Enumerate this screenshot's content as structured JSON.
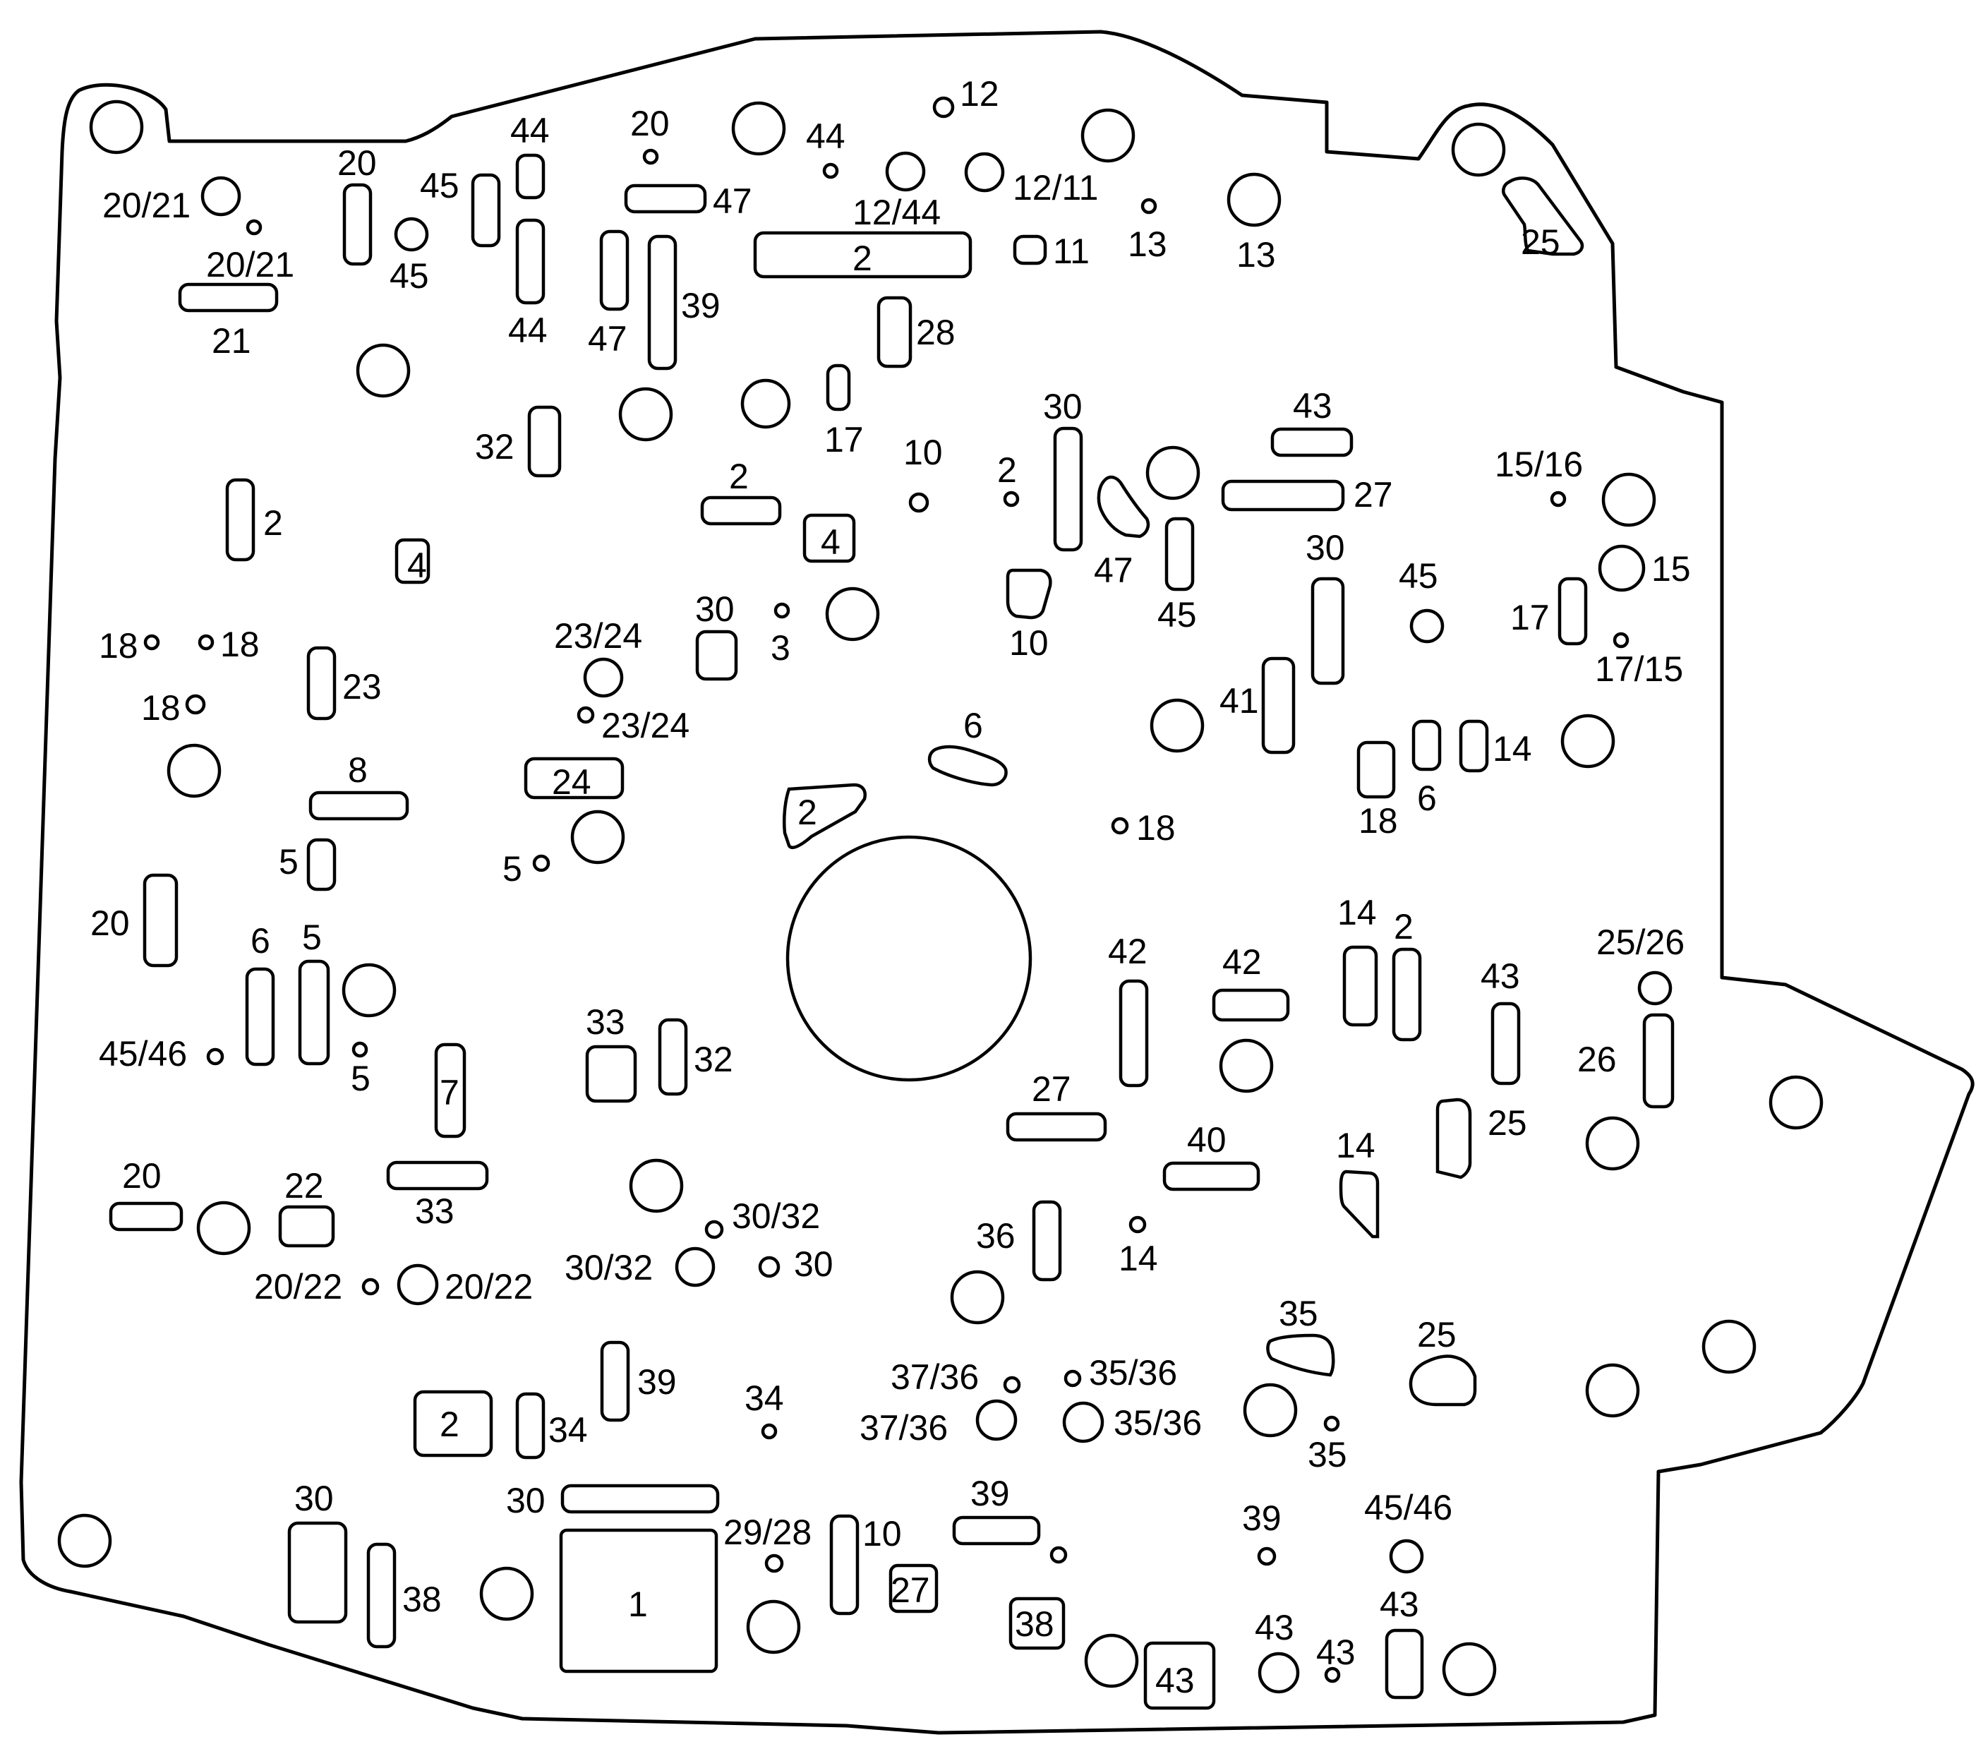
{
  "diagram": {
    "line_color": "#000000",
    "background_color": "#ffffff",
    "labels": {
      "l01": "20/21",
      "l02": "20",
      "l03": "44",
      "l04": "20",
      "l05": "44",
      "l06": "12",
      "l07": "45",
      "l08": "47",
      "l09": "12/44",
      "l10": "12/11",
      "l11": "20/21",
      "l12": "45",
      "l13": "11",
      "l14": "13",
      "l15": "13",
      "l16": "2",
      "l17": "25",
      "l18": "39",
      "l19": "21",
      "l20": "44",
      "l21": "47",
      "l22": "28",
      "l23": "17",
      "l24": "30",
      "l25": "43",
      "l26": "32",
      "l27": "10",
      "l28": "15/16",
      "l29": "2",
      "l30": "2",
      "l31": "27",
      "l32": "2",
      "l33": "4",
      "l34": "4",
      "l35": "47",
      "l36": "30",
      "l37": "45",
      "l38": "15",
      "l39": "45",
      "l40": "18",
      "l41": "18",
      "l42": "30",
      "l43": "23/24",
      "l44": "3",
      "l45": "10",
      "l46": "17",
      "l47": "17/15",
      "l48": "23",
      "l49": "18",
      "l50": "23/24",
      "l51": "6",
      "l52": "41",
      "l53": "14",
      "l54": "8",
      "l55": "24",
      "l56": "2",
      "l57": "6",
      "l58": "18",
      "l59": "18",
      "l60": "5",
      "l61": "5",
      "l62": "20",
      "l63": "6",
      "l64": "5",
      "l65": "14",
      "l66": "2",
      "l67": "42",
      "l68": "42",
      "l69": "43",
      "l70": "25/26",
      "l71": "45/46",
      "l72": "33",
      "l73": "32",
      "l74": "5",
      "l75": "7",
      "l76": "26",
      "l77": "27",
      "l78": "25",
      "l79": "40",
      "l80": "14",
      "l81": "20",
      "l82": "22",
      "l83": "33",
      "l84": "30/32",
      "l85": "36",
      "l86": "30/32",
      "l87": "30",
      "l88": "14",
      "l89": "20/22",
      "l90": "20/22",
      "l91": "35",
      "l92": "25",
      "l93": "39",
      "l94": "37/36",
      "l95": "35/36",
      "l96": "34",
      "l97": "2",
      "l98": "34",
      "l99": "37/36",
      "l100": "35/36",
      "l101": "35",
      "l102": "30",
      "l103": "39",
      "l104": "30",
      "l105": "29/28",
      "l106": "10",
      "l107": "39",
      "l108": "45/46",
      "l109": "38",
      "l110": "1",
      "l111": "27",
      "l112": "38",
      "l113": "43",
      "l114": "43",
      "l115": "43",
      "l116": "43"
    }
  }
}
